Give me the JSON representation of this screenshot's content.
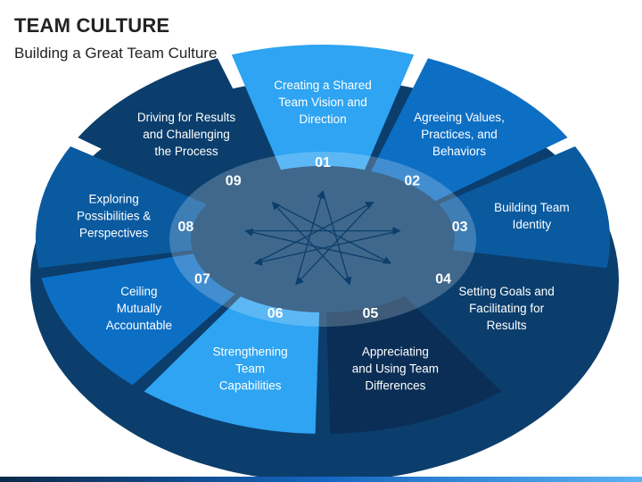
{
  "header": {
    "title": "TEAM CULTURE",
    "subtitle": "Building a Great Team Culture"
  },
  "segments": [
    {
      "number": "01",
      "lines": [
        "Creating a Shared",
        "Team Vision and",
        "Direction"
      ],
      "color": "#2ea4f2"
    },
    {
      "number": "02",
      "lines": [
        "Agreeing Values,",
        "Practices, and",
        "Behaviors"
      ],
      "color": "#0d6fc4"
    },
    {
      "number": "03",
      "lines": [
        "Building Team",
        "Identity"
      ],
      "color": "#0a5aa0"
    },
    {
      "number": "04",
      "lines": [
        "Setting Goals and",
        "Facilitating for",
        "Results"
      ],
      "color": "#0b3e6c"
    },
    {
      "number": "05",
      "lines": [
        "Appreciating",
        "and Using Team",
        "Differences"
      ],
      "color": "#0a2e55"
    },
    {
      "number": "06",
      "lines": [
        "Strengthening",
        "Team",
        "Capabilities"
      ],
      "color": "#2ea4f2"
    },
    {
      "number": "07",
      "lines": [
        "Ceiling",
        "Mutually",
        "Accountable"
      ],
      "color": "#0d6fc4"
    },
    {
      "number": "08",
      "lines": [
        "Exploring",
        "Possibilities &",
        "Perspectives"
      ],
      "color": "#0a5aa0"
    },
    {
      "number": "09",
      "lines": [
        "Driving for Results",
        "and Challenging",
        "the Process"
      ],
      "color": "#0b3e6c"
    }
  ],
  "colors": {
    "rim": "#0b3e6c",
    "inner_ellipse": "#ffffff",
    "star_lines": "#0b3e6c",
    "text": "#ffffff"
  }
}
